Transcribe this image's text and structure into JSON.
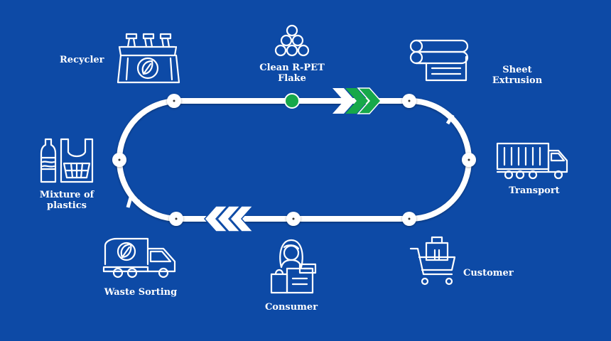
{
  "diagram": {
    "stages": [
      {
        "id": "recycler",
        "label": "Recycler",
        "icon": "recycling-plant-icon"
      },
      {
        "id": "flake",
        "label": "Clean R-PET\nFlake",
        "icon": "pellet-stack-icon"
      },
      {
        "id": "sheet",
        "label": "Sheet\nExtrusion",
        "icon": "sheet-roll-icon"
      },
      {
        "id": "transport",
        "label": "Transport",
        "icon": "truck-icon"
      },
      {
        "id": "customer",
        "label": "Customer",
        "icon": "shopping-cart-icon"
      },
      {
        "id": "consumer",
        "label": "Consumer",
        "icon": "cashier-icon"
      },
      {
        "id": "waste",
        "label": "Waste Sorting",
        "icon": "waste-truck-icon"
      },
      {
        "id": "mixture",
        "label": "Mixture of\nplastics",
        "icon": "bottle-bag-icon"
      }
    ],
    "colors": {
      "background": "#0d4aa6",
      "loop": "#ffffff",
      "highlight": "#17a84a",
      "icons": "#ffffff"
    }
  }
}
